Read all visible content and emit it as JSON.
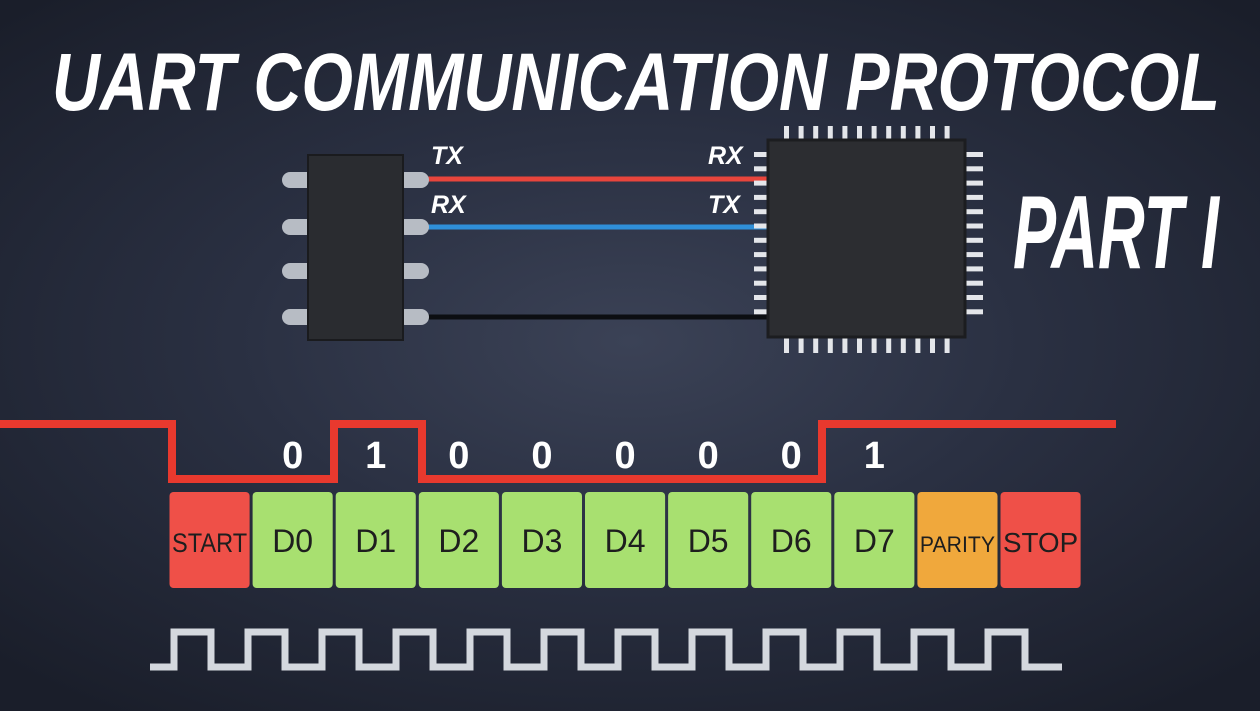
{
  "title": {
    "line1": "UART COMMUNICATION PROTOCOL",
    "line2": "PART I"
  },
  "left_chip": {
    "pins": [
      {
        "label": "TX",
        "wire_color": "#e8453c"
      },
      {
        "label": "RX",
        "wire_color": "#2f8fd8"
      }
    ]
  },
  "right_chip": {
    "pins": [
      {
        "label": "RX"
      },
      {
        "label": "TX"
      }
    ]
  },
  "ground_wire_color": "#0c0e12",
  "frame": {
    "bits": [
      "0",
      "1",
      "0",
      "0",
      "0",
      "0",
      "0",
      "1"
    ],
    "signal_color": "#e8392e",
    "fields": [
      {
        "label": "START",
        "color": "#ef5048"
      },
      {
        "label": "D0",
        "color": "#a8e070"
      },
      {
        "label": "D1",
        "color": "#a8e070"
      },
      {
        "label": "D2",
        "color": "#a8e070"
      },
      {
        "label": "D3",
        "color": "#a8e070"
      },
      {
        "label": "D4",
        "color": "#a8e070"
      },
      {
        "label": "D5",
        "color": "#a8e070"
      },
      {
        "label": "D6",
        "color": "#a8e070"
      },
      {
        "label": "D7",
        "color": "#a8e070"
      },
      {
        "label": "PARITY",
        "color": "#f0a83c"
      },
      {
        "label": "STOP",
        "color": "#ef5048"
      }
    ]
  },
  "clock": {
    "color": "#d4d8de",
    "pulses": 12
  }
}
